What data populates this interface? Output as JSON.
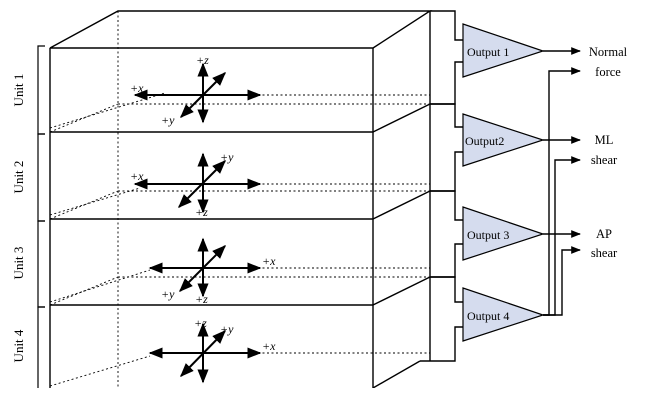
{
  "units": [
    {
      "label": "Unit 1",
      "axes": {
        "x": "+x",
        "y": "+y",
        "z": "+z"
      }
    },
    {
      "label": "Unit 2",
      "axes": {
        "x": "+x",
        "y": "+y",
        "z": "+z"
      }
    },
    {
      "label": "Unit 3",
      "axes": {
        "x": "+x",
        "y": "+y",
        "z": "+z"
      }
    },
    {
      "label": "Unit 4",
      "axes": {
        "x": "+x",
        "y": "+y",
        "z": "+z"
      }
    }
  ],
  "amplifiers": [
    {
      "label": "Output 1"
    },
    {
      "label": "Output2"
    },
    {
      "label": "Output 3"
    },
    {
      "label": "Output 4"
    }
  ],
  "outputs": [
    {
      "line1": "Normal",
      "line2": "force"
    },
    {
      "line1": "ML",
      "line2": "shear"
    },
    {
      "line1": "AP",
      "line2": "shear"
    }
  ],
  "colors": {
    "amplifier_fill": "#d5dcee",
    "line": "#000000"
  }
}
